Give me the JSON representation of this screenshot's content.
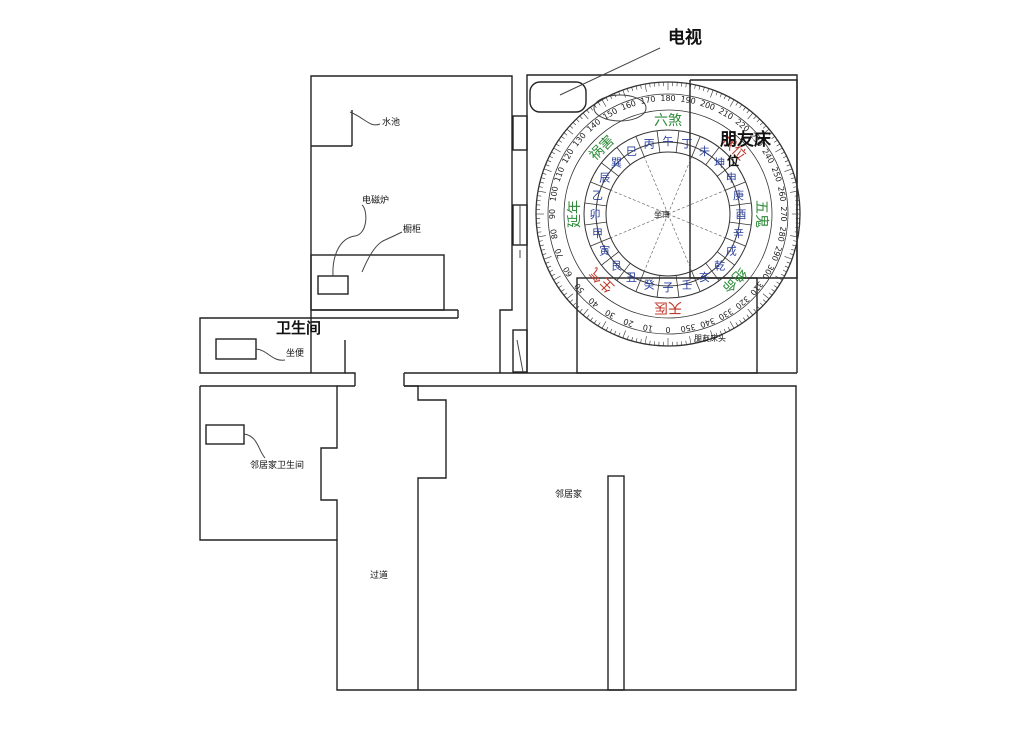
{
  "labels": {
    "tv": "电视",
    "water_tank": "水池",
    "induction_cooker": "电磁炉",
    "cabinet": "橱柜",
    "bathroom": "卫生间",
    "toilet": "坐便",
    "neighbor_bathroom": "邻居家卫生间",
    "neighbor_house": "邻居家",
    "corridor": "过道",
    "friend_bed": "朋友床",
    "bed_small": "位",
    "bed_corner": "朋友床头"
  },
  "compass": {
    "degree_labels": [
      "0",
      "10",
      "20",
      "30",
      "40",
      "50",
      "60",
      "70",
      "80",
      "90",
      "100",
      "110",
      "120",
      "130",
      "140",
      "150",
      "160",
      "170",
      "180",
      "190",
      "200",
      "210",
      "220",
      "230",
      "240",
      "250",
      "260",
      "270",
      "280",
      "290",
      "300",
      "310",
      "320",
      "330",
      "340",
      "350"
    ],
    "stars": [
      {
        "text": "天医",
        "color": "#c0392b"
      },
      {
        "text": "生气",
        "color": "#c0392b"
      },
      {
        "text": "延年",
        "color": "#2e8b3a"
      },
      {
        "text": "祸害",
        "color": "#2e8b3a"
      },
      {
        "text": "六煞",
        "color": "#2e8b3a"
      },
      {
        "text": "伏位",
        "color": "#c0392b"
      },
      {
        "text": "五鬼",
        "color": "#2e8b3a"
      },
      {
        "text": "绝命",
        "color": "#2e8b3a"
      }
    ],
    "center_text": "坐南",
    "trigram_marks": [
      "子",
      "癸",
      "丑",
      "艮",
      "寅",
      "甲",
      "卯",
      "乙",
      "辰",
      "巽",
      "巳",
      "丙",
      "午",
      "丁",
      "未",
      "坤",
      "申",
      "庚",
      "酉",
      "辛",
      "戌",
      "乾",
      "亥",
      "壬"
    ]
  }
}
